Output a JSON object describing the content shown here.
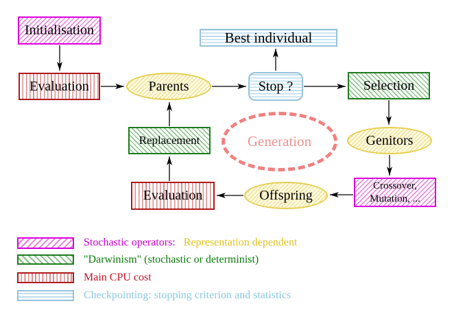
{
  "palette": {
    "magenta_border": "#dd00dd",
    "magenta_hatch": "#e98ade",
    "magenta_text": "#cc00cc",
    "red_border": "#b01818",
    "red_hatch": "#d98c8c",
    "red_text": "#c41228",
    "green_border": "#1e7a1e",
    "green_hatch": "#8fc48f",
    "green_text": "#0a7a0a",
    "cyan_border": "#96c2da",
    "cyan_hatch": "#bcdcec",
    "cyan_text": "#8cc8e0",
    "yellow_border": "#e5ce52",
    "yellow_bg": "#fffce8",
    "yellow_hatch": "#f2e49a",
    "gold_text": "#e3c118",
    "salmon": "#f08080",
    "salmon_text": "#ef9292",
    "arrow": "#000000"
  },
  "nodes": {
    "initialisation": "Initialisation",
    "evaluation_top": "Evaluation",
    "parents": "Parents",
    "best_individual": "Best individual",
    "stop": "Stop ?",
    "selection": "Selection",
    "genitors": "Genitors",
    "crossover_line1": "Crossover,",
    "crossover_line2": "Mutation, ...",
    "offspring": "Offspring",
    "evaluation_bottom": "Evaluation",
    "replacement": "Replacement",
    "generation": "Generation"
  },
  "legend": {
    "stochastic_label": "Stochastic operators:",
    "representation_label": "Representation dependent",
    "darwinism_label": "\"Darwinism\" (stochastic or determinist)",
    "cpu_label": "Main CPU cost",
    "checkpoint_label": "Checkpointing: stopping criterion and statistics",
    "swatches": [
      "magenta-diagonal-hatch",
      "green-diagonal-hatch",
      "red-vertical-stripes",
      "cyan-horizontal-stripes"
    ]
  }
}
